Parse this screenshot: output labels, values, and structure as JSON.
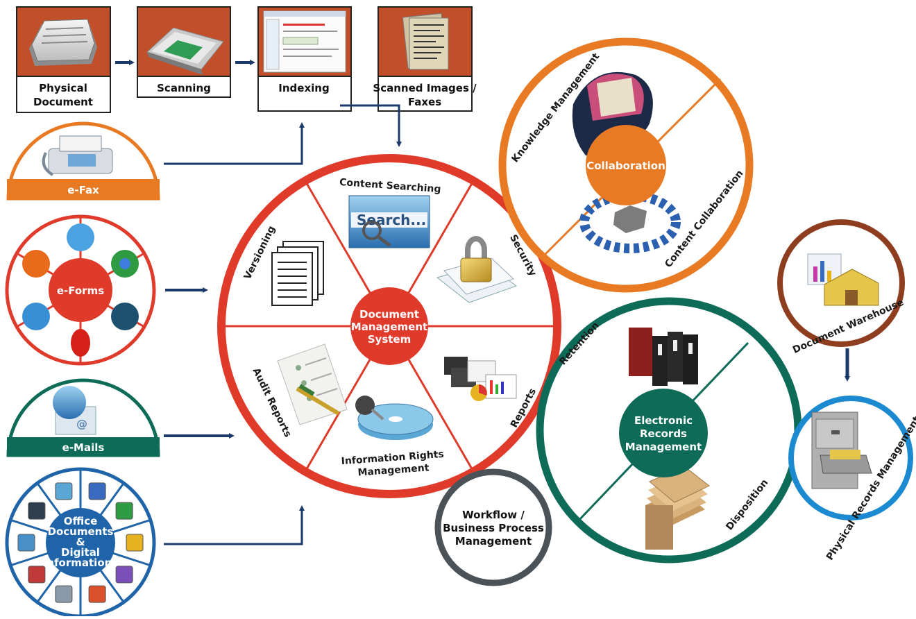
{
  "top_row": [
    {
      "label": "Physical\nDocument"
    },
    {
      "label": "Scanning"
    },
    {
      "label": "Indexing"
    },
    {
      "label": "Scanned Images /\nFaxes"
    }
  ],
  "left_sources": {
    "efax": "e-Fax",
    "eforms": "e-Forms",
    "emails": "e-Mails",
    "office": "Office\nDocuments\n&\nDigital\nInformations"
  },
  "dms": {
    "center": "Document\nManagement\nSystem",
    "segments": [
      "Content Searching",
      "Security",
      "Reports",
      "Information Rights\nManagement",
      "Audit Reports",
      "Versioning"
    ],
    "search_box_text": "Search..."
  },
  "collaboration": {
    "center": "Collaboration",
    "knowledge": "Knowledge Management",
    "content": "Content Collaboration"
  },
  "workflow": "Workflow /\nBusiness Process\nManagement",
  "erm": {
    "center": "Electronic\nRecords\nManagement",
    "retention": "Retention",
    "disposition": "Disposition"
  },
  "warehouse": "Document Warehouse",
  "physical_records": "Physical Records Management",
  "colors": {
    "brown": "#c1502a",
    "red": "#e03a2a",
    "orange": "#e87a24",
    "teal": "#0d6b58",
    "navy": "#1b3a6b",
    "blue": "#1f64a8",
    "gray": "#4b5258",
    "warehouse": "#8f3d1f",
    "physblue": "#1b8ad0"
  },
  "icons": {
    "physical_document": "newspaper-stack-icon",
    "scanning": "flatbed-scanner-icon",
    "indexing": "indexing-software-icon",
    "scanned_images": "scanned-pages-icon",
    "efax": "fax-machine-icon",
    "emails": "email-globe-icon",
    "security": "padlock-icon",
    "versioning": "document-copies-icon",
    "reports": "report-charts-icon",
    "irm": "cd-keys-icon",
    "audit": "checklist-pen-icon",
    "knowledge": "brain-book-icon",
    "content_collab": "people-puzzle-icon",
    "retention": "binders-icon",
    "disposition": "folder-stack-icon",
    "warehouse": "warehouse-chart-icon",
    "cabinet": "filing-cabinet-icon"
  }
}
